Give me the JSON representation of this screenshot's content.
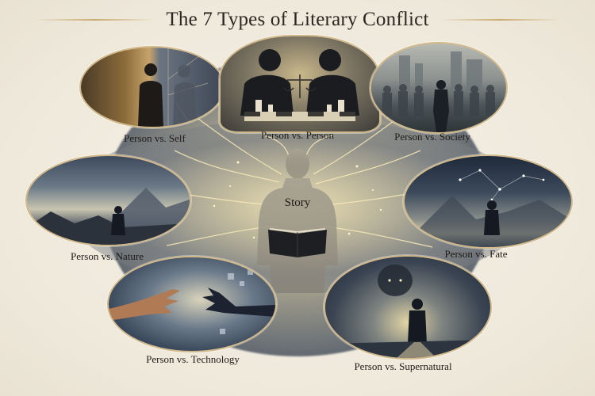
{
  "title": "The 7 Types of Literary Conflict",
  "center": {
    "label": "Story",
    "figure": "person-reading-book"
  },
  "conflicts": [
    {
      "id": "self",
      "label": "Person vs. Self",
      "scene": "person facing reflection in cracked mirror"
    },
    {
      "id": "person",
      "label": "Person vs. Person",
      "scene": "two men face to face with scales of justice and chess pieces"
    },
    {
      "id": "society",
      "label": "Person vs. Society",
      "scene": "lone figure walking against a crowd in a city"
    },
    {
      "id": "nature",
      "label": "Person vs. Nature",
      "scene": "figure facing stormy mountains"
    },
    {
      "id": "fate",
      "label": "Person vs. Fate",
      "scene": "figure under constellation-filled night sky"
    },
    {
      "id": "technology",
      "label": "Person vs. Technology",
      "scene": "human hand reaching toward robotic hand"
    },
    {
      "id": "supernatural",
      "label": "Person vs. Supernatural",
      "scene": "figure walking toward a shadowy creature with glowing eyes"
    }
  ],
  "colors": {
    "background": "#f2ede2",
    "frame_gold": "#d2b98a",
    "text_dark": "#2b2620",
    "glow": "#efe3b8",
    "night_blue": "#34404f"
  }
}
